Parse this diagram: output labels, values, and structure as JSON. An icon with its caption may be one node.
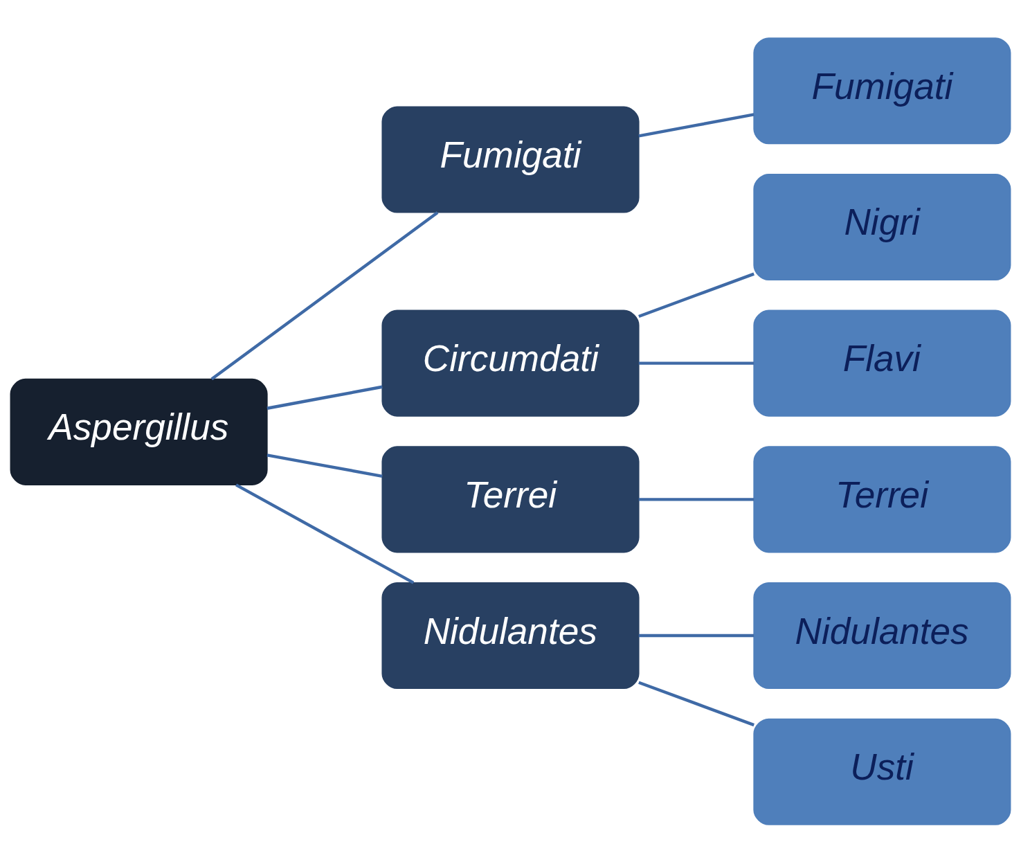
{
  "diagram": {
    "nodes": [
      {
        "text": [
          "Aspergillus"
        ]
      },
      {
        "text": [
          "Fumigati"
        ]
      },
      {
        "text": [
          "Circumdati"
        ]
      },
      {
        "text": [
          "Terrei"
        ]
      },
      {
        "text": [
          "Nidulantes"
        ]
      },
      {
        "text": [
          "Fumigati"
        ]
      },
      {
        "text": [
          "Nigri"
        ]
      },
      {
        "text": [
          "Flavi"
        ]
      },
      {
        "text": [
          "Terrei"
        ]
      },
      {
        "text": [
          "Nidulantes"
        ]
      },
      {
        "text": [
          "Usti"
        ]
      }
    ],
    "edges": [
      {
        "from": 0,
        "to": 1,
        "arrow": "none"
      },
      {
        "from": 0,
        "to": 2,
        "arrow": "none"
      },
      {
        "from": 0,
        "to": 3,
        "arrow": "none"
      },
      {
        "from": 0,
        "to": 4,
        "arrow": "none"
      },
      {
        "from": 1,
        "to": 5,
        "arrow": "none"
      },
      {
        "from": 2,
        "to": 6,
        "arrow": "none"
      },
      {
        "from": 2,
        "to": 7,
        "arrow": "none"
      },
      {
        "from": 3,
        "to": 8,
        "arrow": "none"
      },
      {
        "from": 4,
        "to": 9,
        "arrow": "none"
      },
      {
        "from": 4,
        "to": 10,
        "arrow": "none"
      }
    ]
  }
}
